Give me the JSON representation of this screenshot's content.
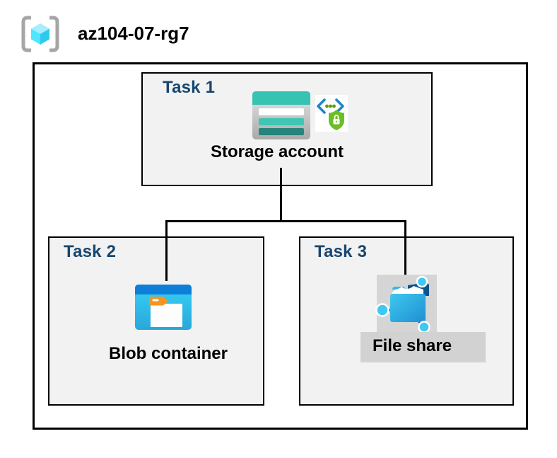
{
  "resource_group": {
    "name": "az104-07-rg7",
    "icon": "resource-group-icon"
  },
  "tasks": {
    "t1": {
      "label": "Task 1",
      "caption": "Storage account",
      "icons": [
        "storage-account-icon",
        "secure-endpoint-icon"
      ]
    },
    "t2": {
      "label": "Task 2",
      "caption": "Blob container",
      "icons": [
        "blob-container-icon"
      ]
    },
    "t3": {
      "label": "Task 3",
      "caption": "File share",
      "icons": [
        "file-share-icon"
      ],
      "selected": true
    }
  },
  "connections": [
    {
      "from": "Storage account",
      "to": "Blob container"
    },
    {
      "from": "Storage account",
      "to": "File share"
    }
  ],
  "colors": {
    "task_label": "#17466F",
    "box_fill": "#F2F2F2",
    "outline": "#000000",
    "storage_teal": "#37C2B1",
    "storage_teal_mid": "#3FC6B4",
    "storage_teal_dark": "#26847A",
    "blob_header_blue": "#0E7FD9",
    "blob_body_cyan": "#33CBF0",
    "blob_tab_orange": "#F7941E",
    "fileshare_blue": "#1F8FD2",
    "node_cyan": "#3FC9F2",
    "selection_gray": "#D2D2D2",
    "rg_cube_cyan": "#50E6FF",
    "rg_bracket_gray": "#A6A6A6",
    "shield_green": "#6CBE25",
    "endpoint_bracket_blue": "#1B87C9"
  }
}
